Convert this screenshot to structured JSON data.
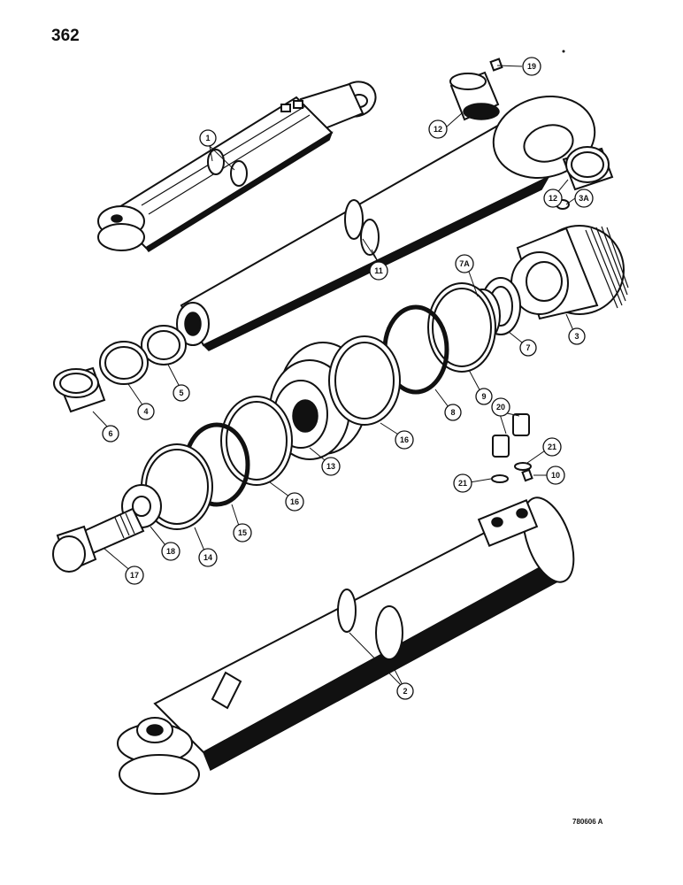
{
  "page": {
    "number": "362",
    "drawing_code": "780606 A"
  },
  "callouts": [
    {
      "id": "c1",
      "label": "1"
    },
    {
      "id": "c19",
      "label": "19"
    },
    {
      "id": "c12a",
      "label": "12"
    },
    {
      "id": "c12b",
      "label": "12"
    },
    {
      "id": "c3a",
      "label": "3A"
    },
    {
      "id": "c11",
      "label": "11"
    },
    {
      "id": "c7a",
      "label": "7A"
    },
    {
      "id": "c7",
      "label": "7"
    },
    {
      "id": "c3",
      "label": "3"
    },
    {
      "id": "c5",
      "label": "5"
    },
    {
      "id": "c4",
      "label": "4"
    },
    {
      "id": "c6",
      "label": "6"
    },
    {
      "id": "c8",
      "label": "8"
    },
    {
      "id": "c9",
      "label": "9"
    },
    {
      "id": "c20",
      "label": "20"
    },
    {
      "id": "c21a",
      "label": "21"
    },
    {
      "id": "c21b",
      "label": "21"
    },
    {
      "id": "c10",
      "label": "10"
    },
    {
      "id": "c16a",
      "label": "16"
    },
    {
      "id": "c16b",
      "label": "16"
    },
    {
      "id": "c13",
      "label": "13"
    },
    {
      "id": "c15",
      "label": "15"
    },
    {
      "id": "c14",
      "label": "14"
    },
    {
      "id": "c18",
      "label": "18"
    },
    {
      "id": "c17",
      "label": "17"
    },
    {
      "id": "c2",
      "label": "2"
    }
  ]
}
